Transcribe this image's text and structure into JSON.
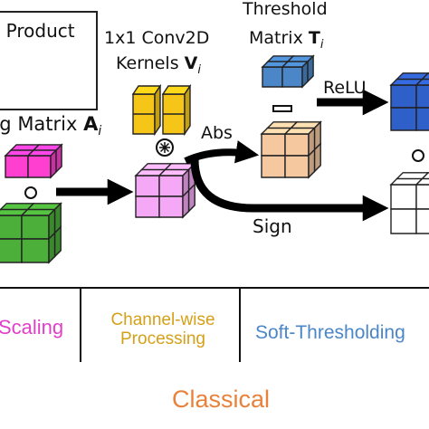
{
  "legend": {
    "text": "e Product"
  },
  "conv": {
    "line1": "1x1 Conv2D",
    "kernels_text": "Kernels ",
    "kernels_sym": "V",
    "kernels_sub": "i"
  },
  "threshold": {
    "line1": "Threshold",
    "matrix_text": "Matrix ",
    "matrix_sym": "T",
    "matrix_sub": "i"
  },
  "scaling_matrix": {
    "text": "ng Matrix ",
    "sym": "A",
    "sub": "i"
  },
  "ops": {
    "relu": "ReLU",
    "abs": "Abs",
    "sign": "Sign",
    "minus": "−",
    "conv_op": "⊛",
    "hadamard": "∘"
  },
  "categories": {
    "scaling": {
      "label": "Scaling",
      "color": "#e040c8"
    },
    "channel_line1": "Channel-wise",
    "channel_line2": "Processing",
    "channel_color": "#d4a017",
    "soft": {
      "label": "Soft-Thresholding",
      "color": "#4a86c8"
    }
  },
  "footer": {
    "label": "Classical",
    "color": "#e8823a"
  },
  "colors": {
    "green_cube": "#4caf3a",
    "magenta_cube": "#ff3fd0",
    "pink_cube": "#f5a8f5",
    "yellow_kernel": "#f5c518",
    "blue_cube": "#4a86c8",
    "peach_cube": "#f5c8a0",
    "royal_cube": "#2f5fc8",
    "white_cube": "#ffffff"
  }
}
